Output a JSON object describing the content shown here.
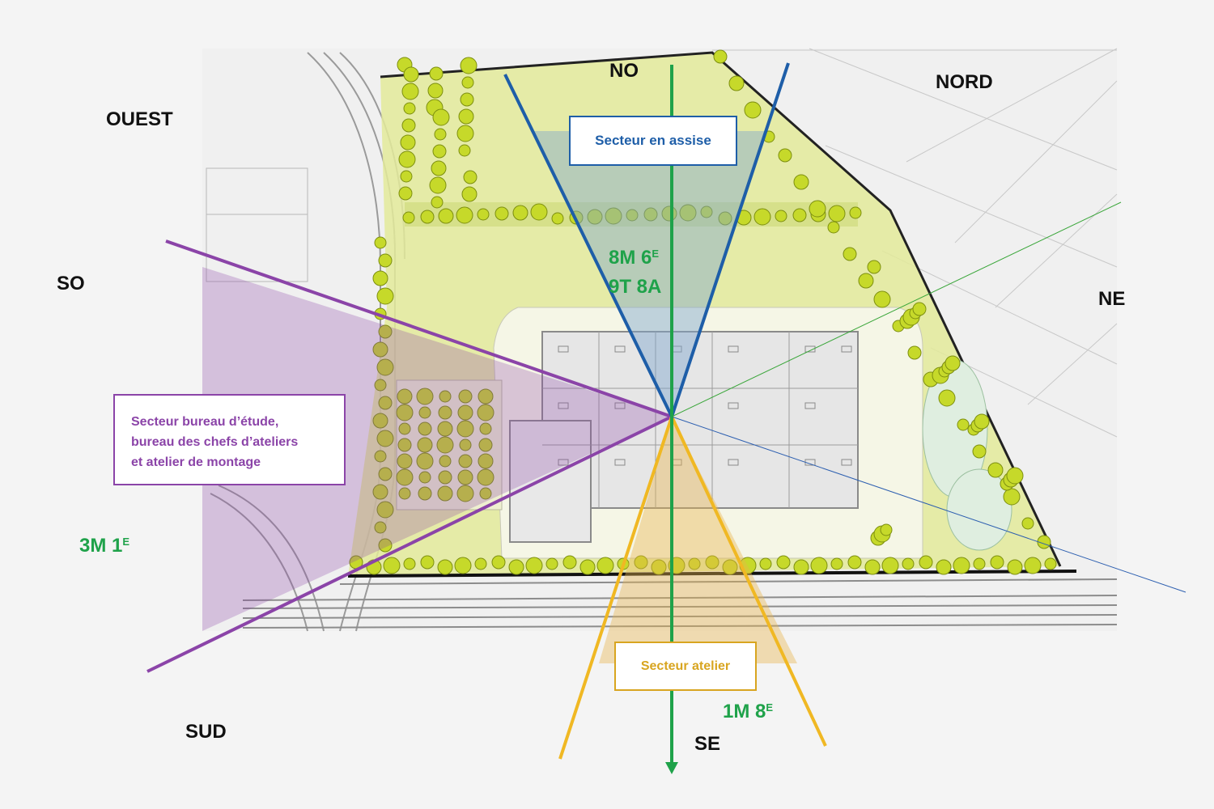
{
  "directions": {
    "no": "NO",
    "nord": "NORD",
    "ouest": "OUEST",
    "so": "SO",
    "ne": "NE",
    "sud": "SUD",
    "se": "SE"
  },
  "sectors": {
    "assise": {
      "label": "Secteur en assise",
      "color": "#1e5ea8",
      "metrics": [
        {
          "main": "8M 6",
          "sup": "E"
        },
        {
          "main": "9T 8A",
          "sup": ""
        }
      ]
    },
    "bureau": {
      "label_lines": [
        "Secteur bureau d’étude,",
        "bureau des chefs d’ateliers",
        "et atelier de montage"
      ],
      "color": "#8b44a8",
      "metric": {
        "main": "3M 1",
        "sup": "E"
      }
    },
    "atelier": {
      "label": "Secteur atelier",
      "color": "#d8a520",
      "metric": {
        "main": "1M 8",
        "sup": "E"
      }
    }
  },
  "colors": {
    "metric_green": "#1fa24a",
    "axis_green": "#1fa24a",
    "vegetation": "#e3ea9a",
    "trees": "#c6d92a",
    "building": "#e6e6e6"
  },
  "icons": {
    "axis": "arrow-down-icon",
    "trees": "tree-icon"
  }
}
